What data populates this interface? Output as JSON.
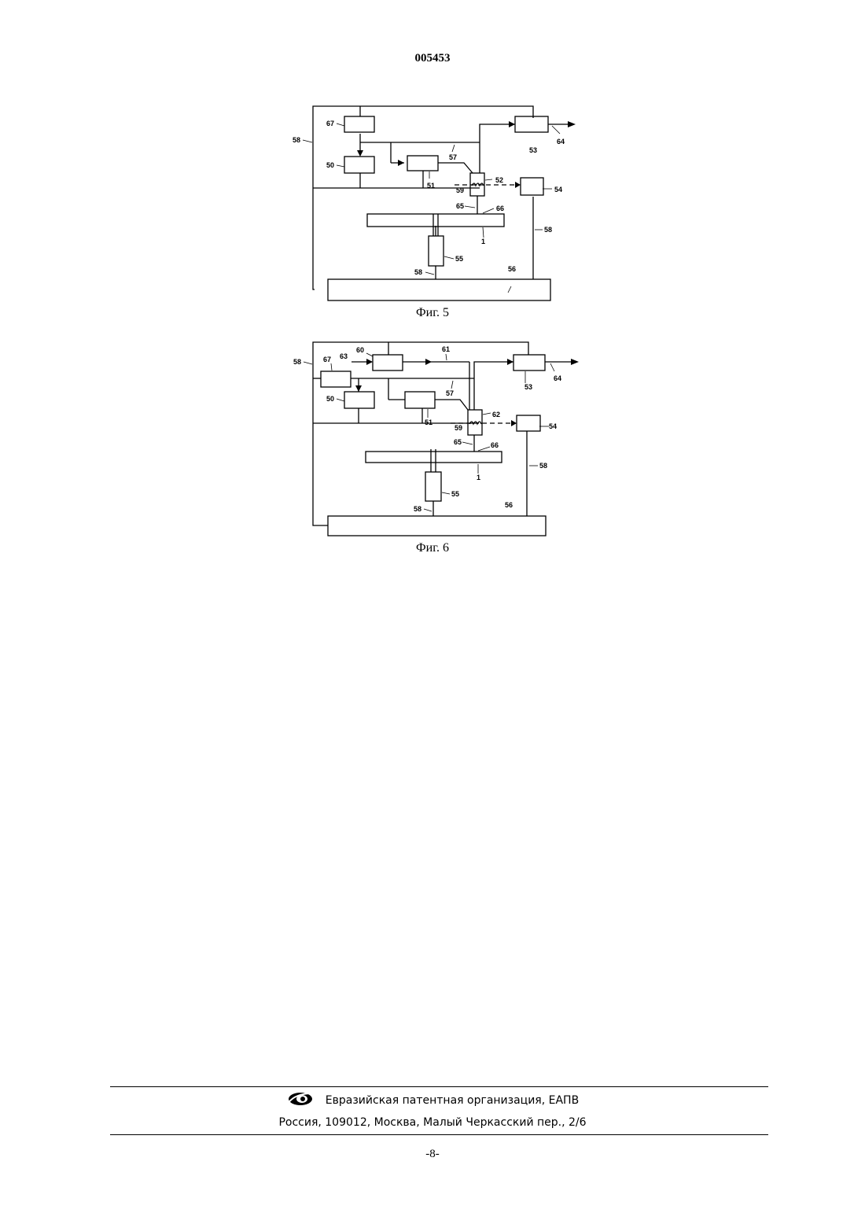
{
  "header": {
    "doc_number": "005453"
  },
  "figures": [
    {
      "caption": "Фиг. 5",
      "labels": {
        "l67": "67",
        "l58a": "58",
        "l50": "50",
        "l57": "57",
        "l51": "51",
        "l52": "52",
        "l59": "59",
        "l53": "53",
        "l64": "64",
        "l54": "54",
        "l65": "65",
        "l66": "66",
        "l1": "1",
        "l58b": "58",
        "l55": "55",
        "l58c": "58",
        "l56": "56"
      }
    },
    {
      "caption": "Фиг. 6",
      "labels": {
        "l60": "60",
        "l61": "61",
        "l63": "63",
        "l58a": "58",
        "l67": "67",
        "l53": "53",
        "l64": "64",
        "l50": "50",
        "l57": "57",
        "l51": "51",
        "l62": "62",
        "l59": "59",
        "l54": "54",
        "l65": "65",
        "l66": "66",
        "l58b": "58",
        "l1": "1",
        "l55": "55",
        "l58c": "58",
        "l56": "56"
      }
    }
  ],
  "footer": {
    "organization": "Евразийская патентная организация, ЕАПВ",
    "address": "Россия, 109012, Москва, Малый Черкасский пер., 2/6",
    "page_number": "-8-"
  }
}
